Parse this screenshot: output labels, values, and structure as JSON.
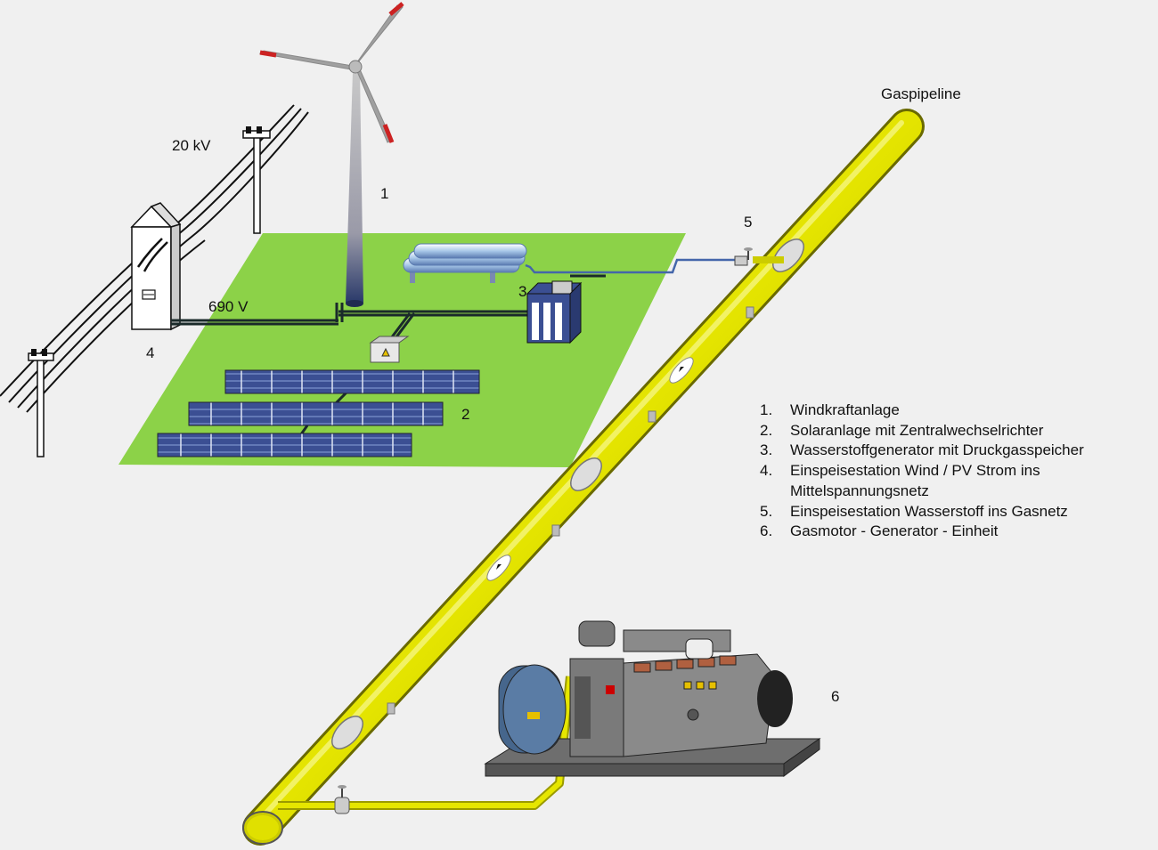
{
  "labels": {
    "gas_pipeline": "Gaspipeline",
    "voltage_mv": "20 kV",
    "voltage_lv": "690 V",
    "n1": "1",
    "n2": "2",
    "n3": "3",
    "n4": "4",
    "n5": "5",
    "n6": "6"
  },
  "legend": [
    {
      "num": "1.",
      "text": "Windkraftanlage"
    },
    {
      "num": "2.",
      "text": "Solaranlage mit Zentralwechselrichter"
    },
    {
      "num": "3.",
      "text": "Wasserstoffgenerator mit Druckgasspeicher"
    },
    {
      "num": "4.",
      "text": "Einspeisestation Wind / PV Strom ins Mittelspannungsnetz"
    },
    {
      "num": "5.",
      "text": "Einspeisestation Wasserstoff  ins Gasnetz"
    },
    {
      "num": "6.",
      "text": "Gasmotor - Generator - Einheit"
    }
  ],
  "colors": {
    "background": "#f0f0f0",
    "field": "#8cd248",
    "pipe": "#e6e600",
    "solar": "#3b4f93",
    "h2_line": "#4466aa"
  }
}
